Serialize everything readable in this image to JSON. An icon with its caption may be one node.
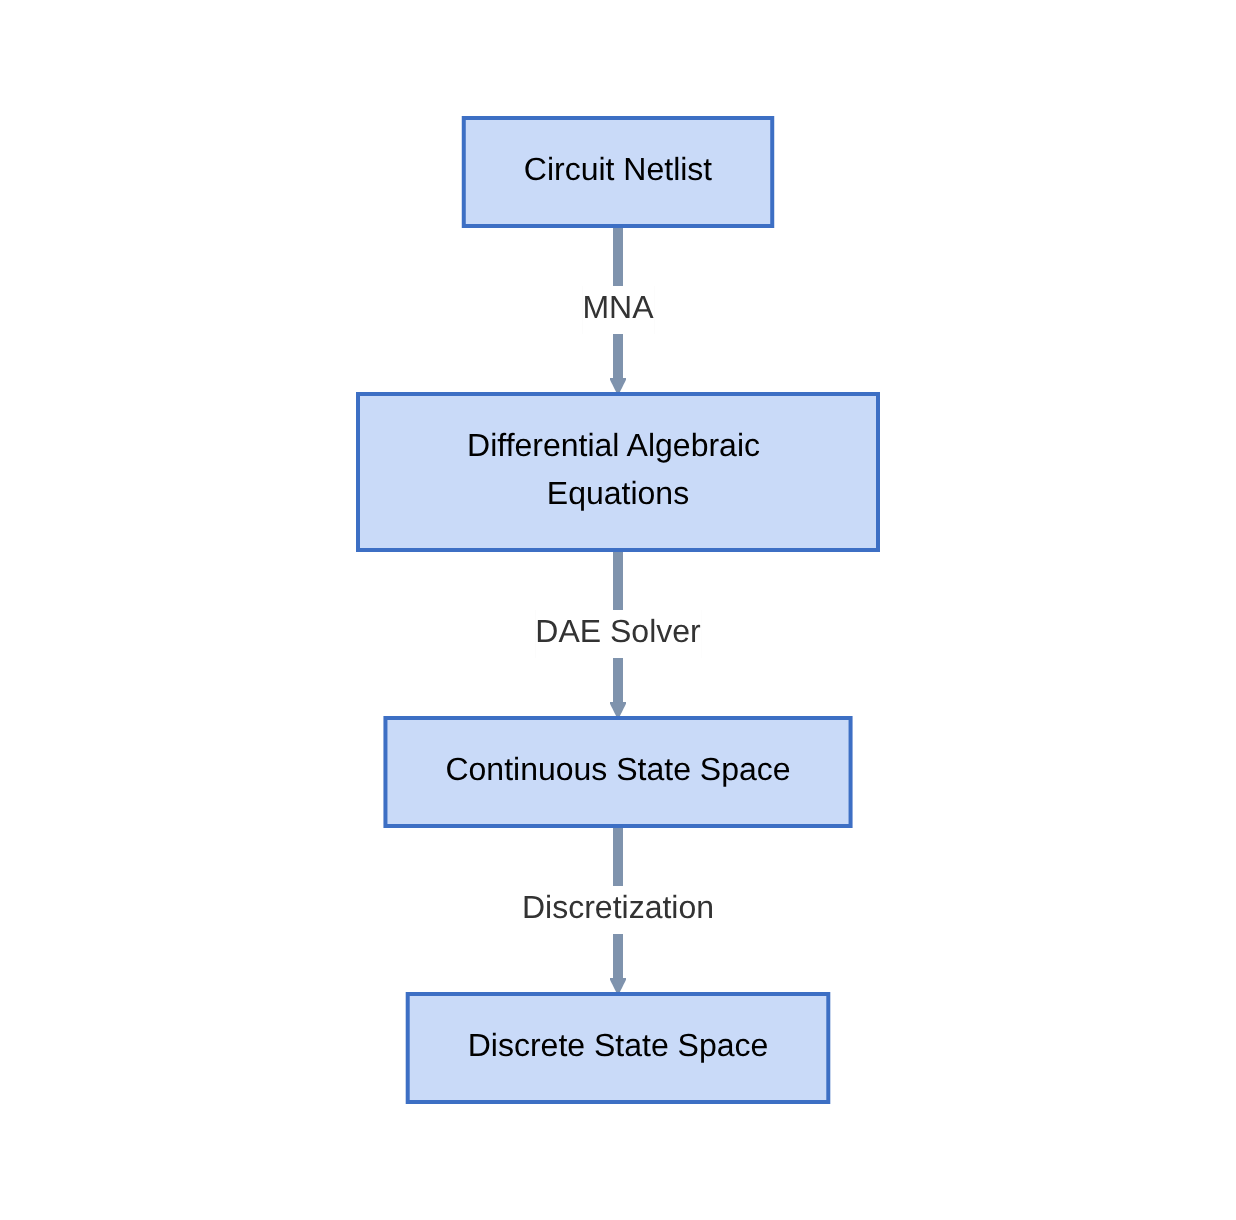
{
  "diagram": {
    "nodes": [
      {
        "text": [
          "Circuit Netlist"
        ]
      },
      {
        "text": [
          "Differential Algebraic Equations"
        ]
      },
      {
        "text": [
          "Continuous State Space"
        ]
      },
      {
        "text": [
          "Discrete State Space"
        ]
      }
    ],
    "edges": [
      {
        "from": 0,
        "to": 1,
        "arrow": "to",
        "label": "MNA"
      },
      {
        "from": 1,
        "to": 2,
        "arrow": "to",
        "label": "DAE Solver"
      },
      {
        "from": 2,
        "to": 3,
        "arrow": "to",
        "label": "Discretization"
      }
    ]
  }
}
